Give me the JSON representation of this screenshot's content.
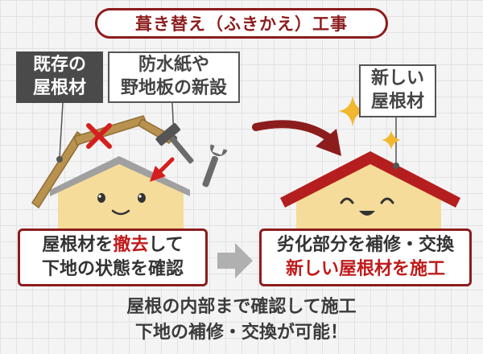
{
  "title": "葺き替え（ふきかえ）工事",
  "left": {
    "old_label": [
      "既存の",
      "屋根材"
    ],
    "new_work_label": [
      "防水紙や",
      "野地板の新設"
    ],
    "caption": {
      "line1_pre": "屋根材を",
      "line1_emph": "撤去",
      "line1_post": "して",
      "line2": "下地の状態を確認"
    }
  },
  "right": {
    "new_label": [
      "新しい",
      "屋根材"
    ],
    "caption": {
      "line1": "劣化部分を補修・交換",
      "line2": "新しい屋根材を施工"
    }
  },
  "footer": [
    "屋根の内部まで確認して施工",
    "下地の補修・交換が可能！"
  ],
  "colors": {
    "accent": "#8c1d1d",
    "emphasis": "#c01a1a",
    "house_wall": "#f6dc9a",
    "roof_gray": "#a0a0a0",
    "old_roof": "#b8924e",
    "new_roof": "#b51e1e",
    "sparkle": "#f1b72e"
  },
  "icons": [
    "x-mark-icon",
    "hammer-icon",
    "wrench-icon",
    "arrow-down-icon",
    "arrow-right-icon",
    "curved-arrow-icon",
    "sparkle-icon"
  ]
}
